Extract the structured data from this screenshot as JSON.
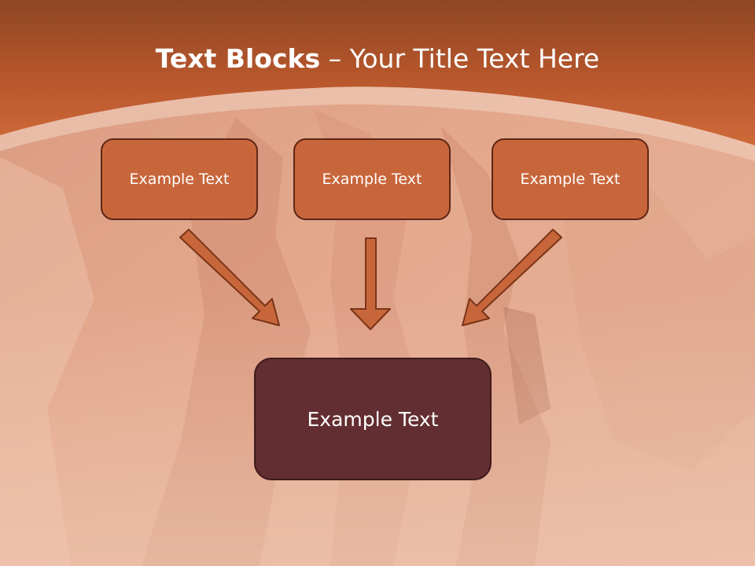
{
  "slide": {
    "title_bold": "Text Blocks",
    "title_dash": " – ",
    "title_rest": "Your Title Text Here"
  },
  "blocks": {
    "top": [
      "Example Text",
      "Example Text",
      "Example Text"
    ],
    "bottom": "Example Text"
  },
  "colors": {
    "header_band": "#c45a2c",
    "box_fill": "#c8663b",
    "box_border": "#5e2616",
    "bottom_box_fill": "#632e31",
    "arrow_fill": "#c8663b",
    "arrow_stroke": "#7a3417",
    "title_text": "#ffffff"
  }
}
